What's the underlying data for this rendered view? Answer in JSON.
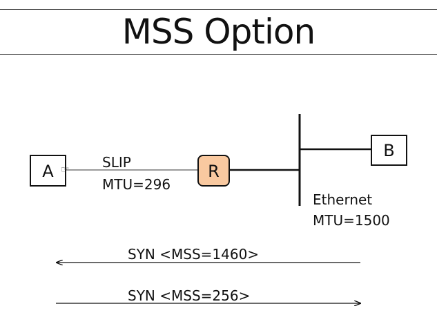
{
  "slide": {
    "title": "MSS Option"
  },
  "nodes": {
    "host_a": "A",
    "router": "R",
    "host_b": "B"
  },
  "links": {
    "slip": {
      "name": "SLIP",
      "mtu": "MTU=296"
    },
    "ethernet": {
      "name": "Ethernet",
      "mtu": "MTU=1500"
    }
  },
  "messages": [
    {
      "label": "SYN <MSS=1460>",
      "direction": "left"
    },
    {
      "label": "SYN <MSS=256>",
      "direction": "right"
    }
  ],
  "colors": {
    "router_fill": "#f9c9a0",
    "stroke": "#111111"
  },
  "icons": {
    "cursor": "hand-cursor-icon"
  }
}
